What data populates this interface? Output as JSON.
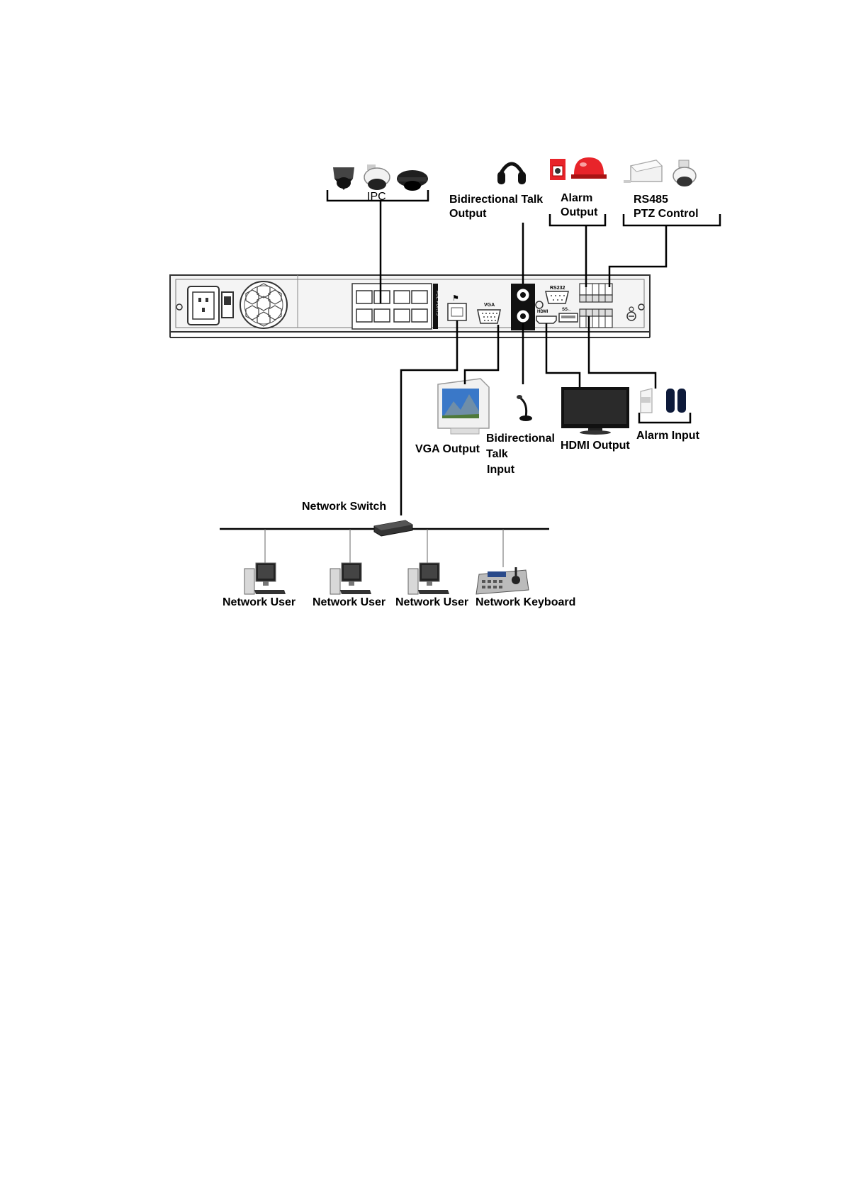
{
  "labels": {
    "ipc": "IPC",
    "talk_output_1": "Bidirectional Talk",
    "talk_output_2": "Output",
    "alarm_output_1": "Alarm",
    "alarm_output_2": "Output",
    "rs485_1": "RS485",
    "rs485_2": "PTZ Control",
    "vga_output": "VGA Output",
    "talk_input_1": "Bidirectional",
    "talk_input_2": "Talk",
    "talk_input_3": "Input",
    "hdmi_output": "HDMI Output",
    "alarm_input": "Alarm Input",
    "network_switch": "Network Switch",
    "network_user_1": "Network User",
    "network_user_2": "Network User",
    "network_user_3": "Network User",
    "network_keyboard": "Network Keyboard"
  },
  "panel_labels": {
    "vga": "VGA",
    "rs232": "RS232",
    "hdmi": "HDMI",
    "usb": "SS←",
    "poe": "POE PORTS"
  },
  "colors": {
    "line": "#000000",
    "panel_fill": "#f4f4f4",
    "panel_stroke": "#333333",
    "alarm_red": "#e8242a",
    "sky": "#3a78c8"
  },
  "icons": [
    "ptz-camera-icon",
    "bullet-camera-icon",
    "dome-camera-icon",
    "headphones-icon",
    "alarm-siren-icon",
    "alarm-beacon-icon",
    "decoder-box-icon",
    "speed-dome-icon",
    "crt-monitor-icon",
    "microphone-icon",
    "flat-tv-icon",
    "motion-sensor-icon",
    "beam-sensor-icon",
    "network-switch-icon",
    "desktop-pc-icon",
    "ptz-keyboard-icon"
  ]
}
